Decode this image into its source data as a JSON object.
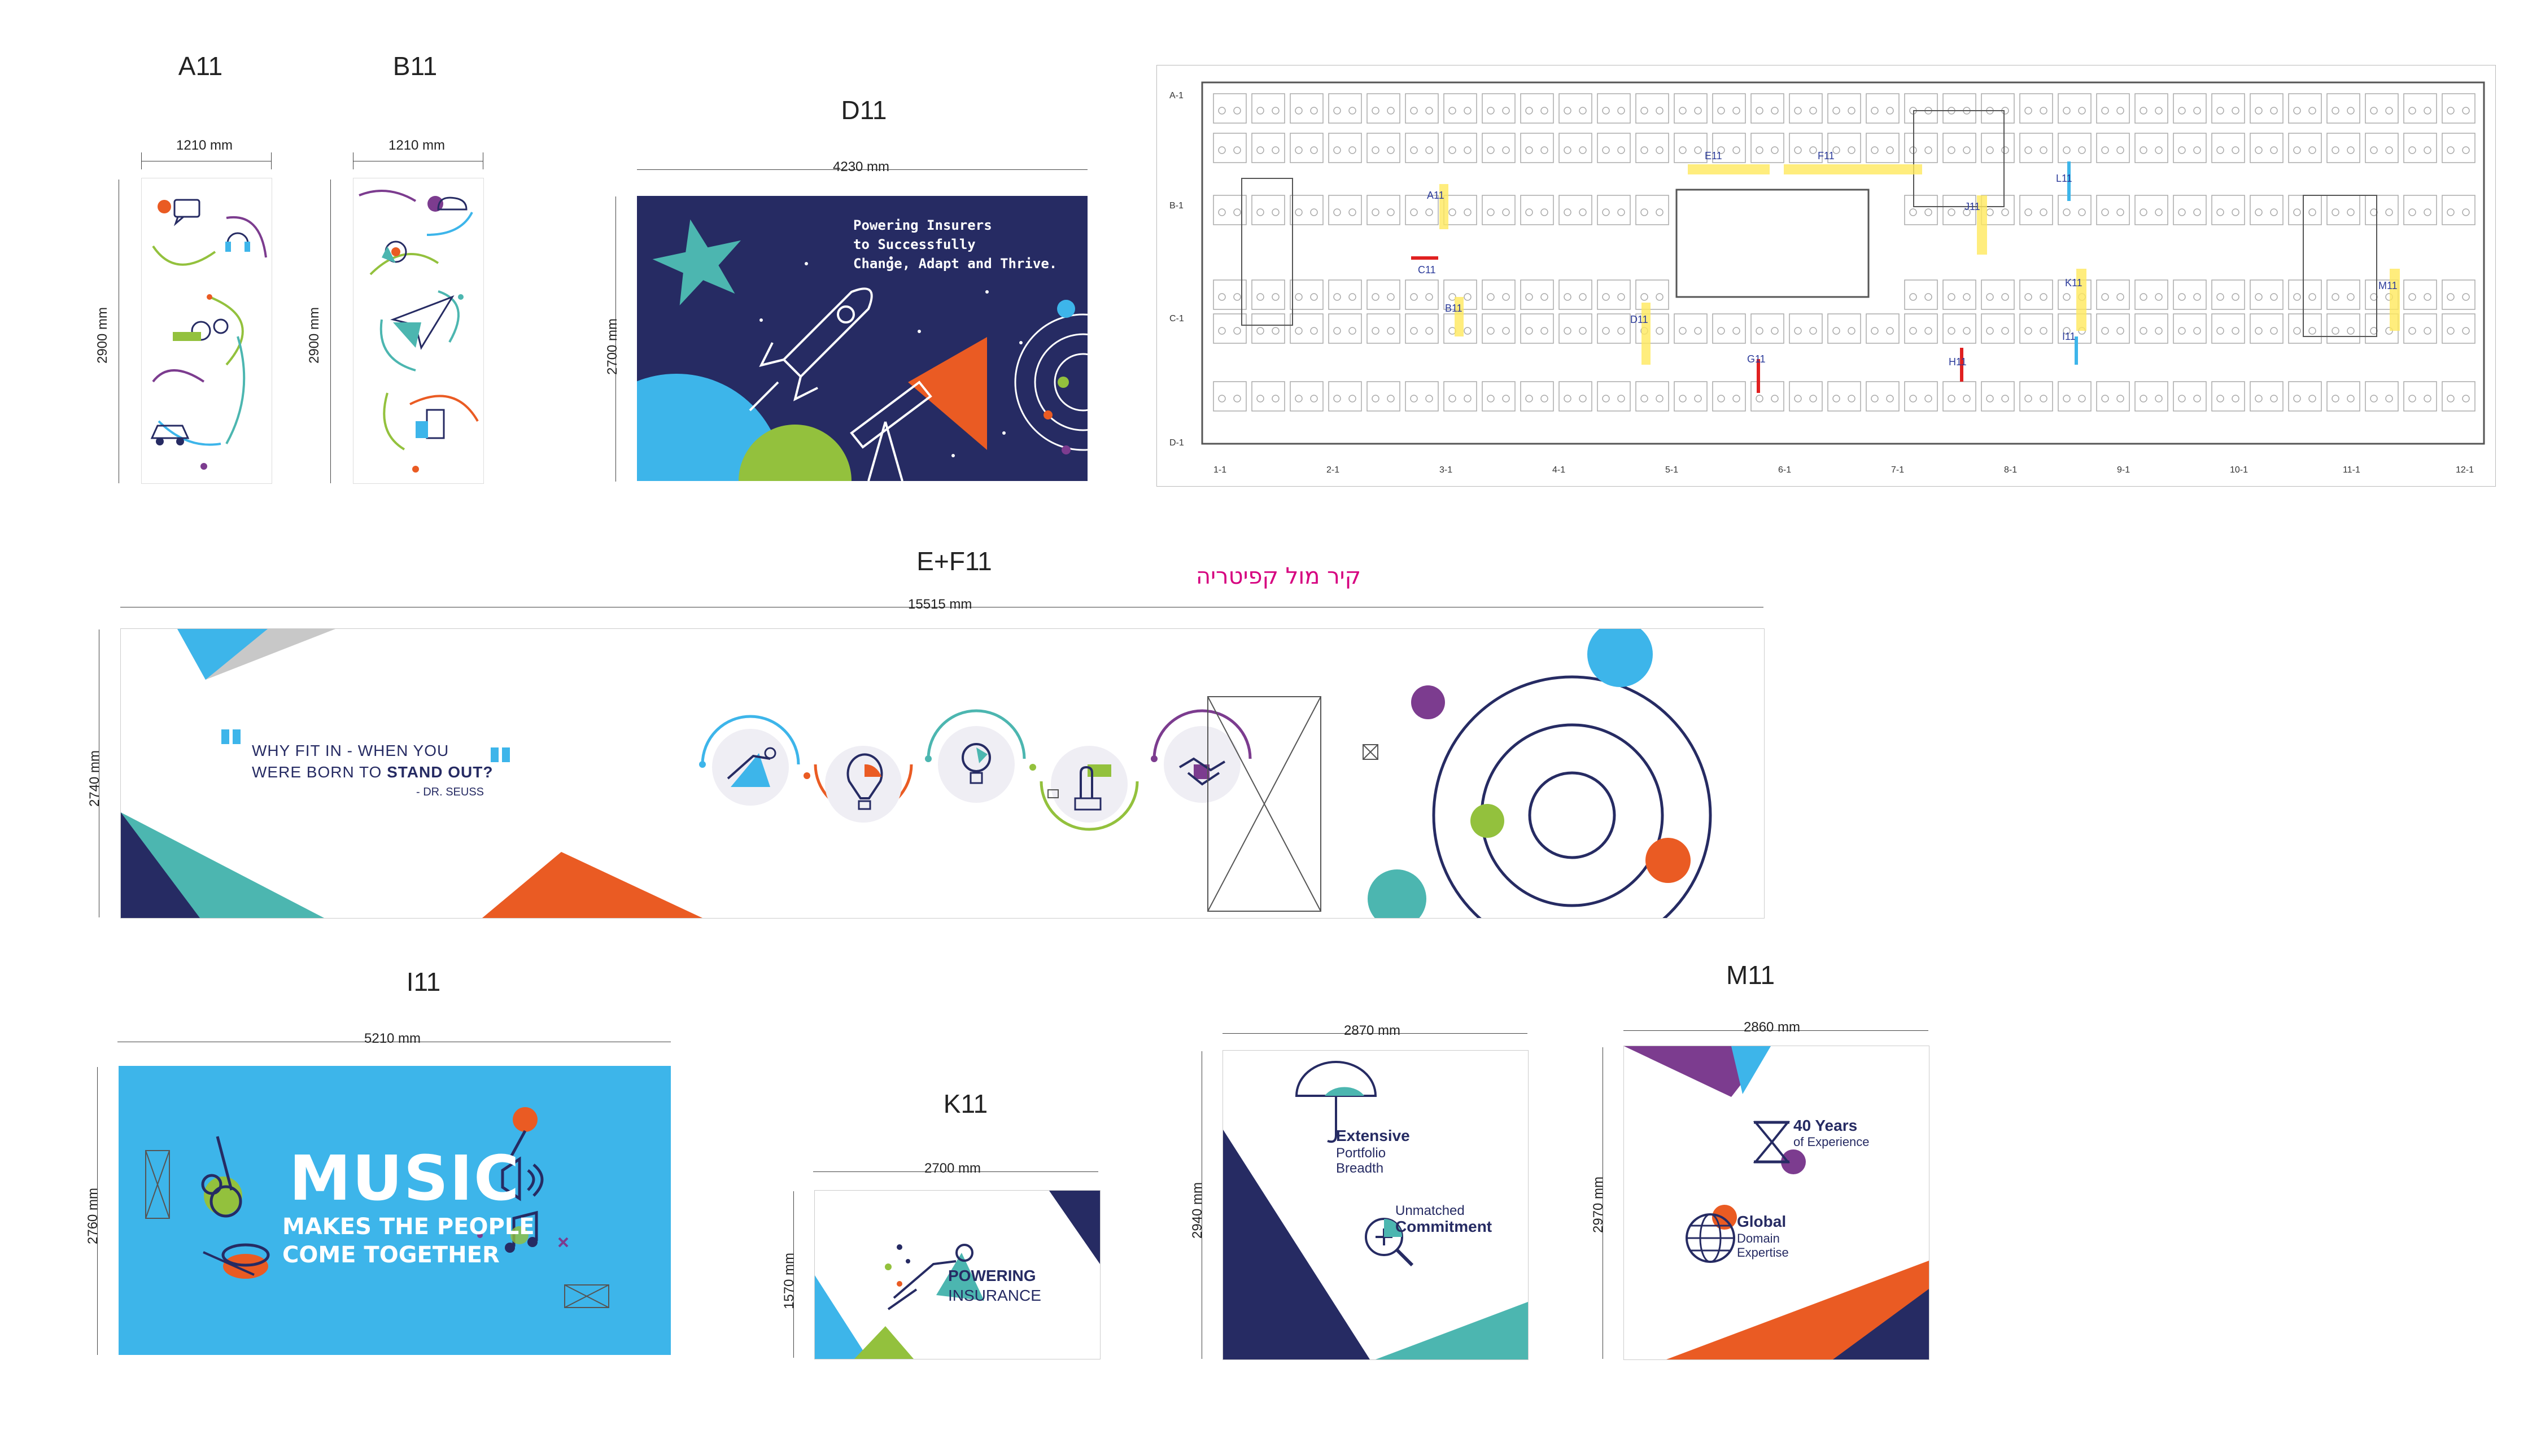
{
  "colors": {
    "navy": "#262b63",
    "teal": "#4cb6b0",
    "orange": "#ea5b23",
    "green": "#93c13d",
    "purple": "#7c3c8f",
    "sky": "#3db5ea",
    "gray": "#c8c8c8",
    "hebrew_pink": "#d6007f",
    "highlight": "#ffe85c"
  },
  "panels": {
    "a11": {
      "title": "A11",
      "width": "1210 mm",
      "height": "2900 mm"
    },
    "b11": {
      "title": "B11",
      "width": "1210 mm",
      "height": "2900 mm"
    },
    "d11": {
      "title": "D11",
      "width": "4230 mm",
      "height": "2700 mm",
      "text_line1": "Powering Insurers",
      "text_line2": "to Successfully",
      "text_line3": "Change, Adapt and Thrive."
    },
    "ef11": {
      "title": "E+F11",
      "width": "15515 mm",
      "height": "2740 mm",
      "hebrew_note": "קיר מול קפיטריה",
      "quote_line1": "WHY FIT IN - WHEN YOU",
      "quote_line2_prefix": "WERE BORN TO ",
      "quote_line2_bold": "STAND OUT?",
      "quote_author": "- DR. SEUSS"
    },
    "i11": {
      "title": "I11",
      "width": "5210 mm",
      "height": "2760 mm",
      "headline": "MUSIC",
      "line2": "MAKES THE PEOPLE",
      "line3": "COME TOGETHER"
    },
    "k11": {
      "title": "K11",
      "width": "2700 mm",
      "height": "1570 mm",
      "line1": "POWERING",
      "line2": "INSURANCE"
    },
    "l11": {
      "width": "2870 mm",
      "height": "2940 mm",
      "item1_bold": "Extensive",
      "item1_l2": "Portfolio",
      "item1_l3": "Breadth",
      "item2_l1": "Unmatched",
      "item2_bold": "Commitment"
    },
    "m11": {
      "title": "M11",
      "width": "2860 mm",
      "height": "2970 mm",
      "item1_bold": "40 Years",
      "item1_l2": "of Experience",
      "item2_bold": "Global",
      "item2_l2": "Domain",
      "item2_l3": "Expertise"
    }
  },
  "floorplan": {
    "row_labels": [
      "A-1",
      "B-1",
      "C-1",
      "D-1"
    ],
    "col_labels": [
      "1-1",
      "2-1",
      "3-1",
      "4-1",
      "5-1",
      "6-1",
      "7-1",
      "8-1",
      "9-1",
      "10-1",
      "11-1",
      "12-1"
    ],
    "markers": [
      "A11",
      "B11",
      "C11",
      "D11",
      "E11",
      "F11",
      "G11",
      "H11",
      "I11",
      "J11",
      "K11",
      "L11",
      "M11"
    ]
  },
  "icons": {
    "a11": [
      "chat-icon",
      "headset-icon",
      "gears-icon",
      "car-icon"
    ],
    "b11": [
      "cloud-upload-icon",
      "target-icon",
      "paper-plane-icon",
      "building-icon"
    ],
    "ef11": [
      "superhero-icon",
      "hot-air-balloon-icon",
      "lightbulb-icon",
      "touch-icon",
      "handshake-icon"
    ],
    "i11": [
      "guitar-icon",
      "microphone-icon",
      "speaker-icon",
      "drum-icon",
      "music-note-icon"
    ],
    "l11": [
      "umbrella-icon",
      "magnifier-icon"
    ],
    "m11": [
      "hourglass-icon",
      "globe-icon"
    ]
  }
}
